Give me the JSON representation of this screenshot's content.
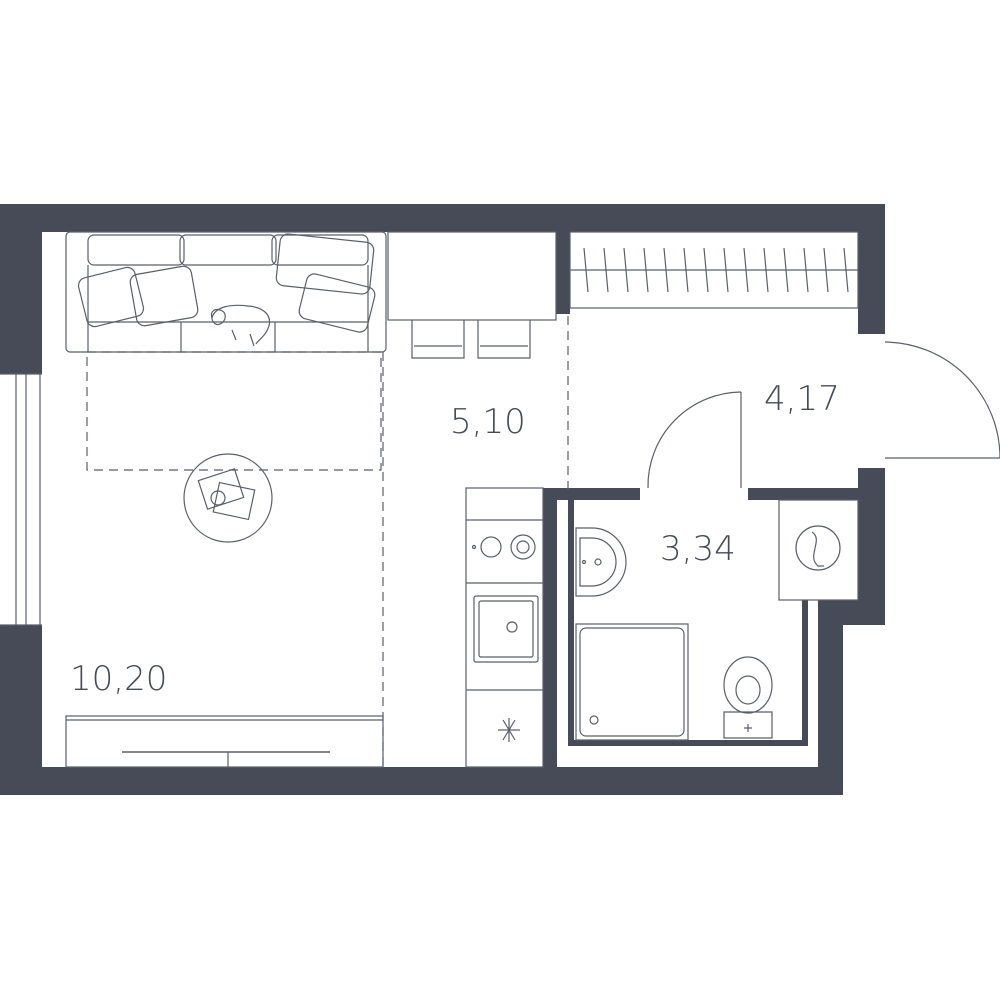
{
  "colors": {
    "wall": "#464b57",
    "line": "#5a5f6a",
    "background": "#ffffff"
  },
  "rooms": [
    {
      "id": "living",
      "area": "10,20"
    },
    {
      "id": "kitchen",
      "area": "5,10"
    },
    {
      "id": "hallway",
      "area": "4,17"
    },
    {
      "id": "bathroom",
      "area": "3,34"
    }
  ],
  "icons": {
    "sofa": "sofa-icon",
    "pillow": "pillow-icon",
    "dog": "dog-icon",
    "coffee_table": "coffee-table-icon",
    "tv": "tv-stand-icon",
    "dining_table": "dining-table-icon",
    "chair": "chair-icon",
    "stove": "stove-icon",
    "sink": "kitchen-sink-icon",
    "fridge": "fridge-icon",
    "wardrobe": "wardrobe-icon",
    "entry_door": "entry-door-icon",
    "bathroom_door": "bathroom-door-icon",
    "washbasin": "washbasin-icon",
    "shower": "shower-tray-icon",
    "toilet": "toilet-icon",
    "washing_machine": "washing-machine-icon",
    "window": "window-icon"
  }
}
